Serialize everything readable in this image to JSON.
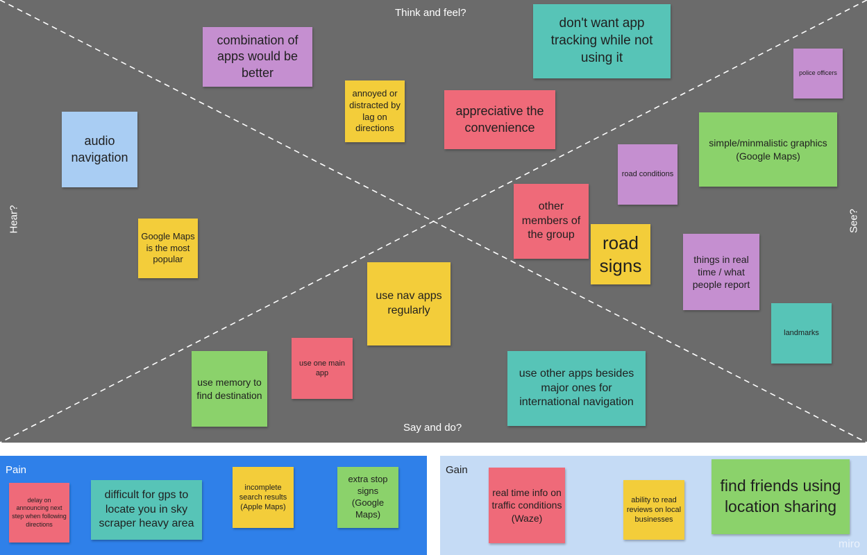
{
  "quadrants": {
    "top": "Think and feel?",
    "bottom": "Say and do?",
    "left": "Hear?",
    "right": "See?"
  },
  "notes": {
    "combination": "combination of apps would be better",
    "annoyed": "annoyed or distracted by lag on directions",
    "no_tracking": "don't want app tracking while not using it",
    "appreciative": "appreciative the convenience",
    "police": "police officers",
    "simple_graphics": "simple/minmalistic graphics (Google Maps)",
    "road_conditions": "road conditions",
    "other_members": "other members of the group",
    "road_signs": "road signs",
    "real_time": "things in real time / what people report",
    "landmarks": "landmarks",
    "audio_nav": "audio navigation",
    "google_popular": "Google Maps is the most popular",
    "nav_regularly": "use nav apps regularly",
    "one_app": "use one main app",
    "memory": "use memory to find destination",
    "other_apps": "use other apps besides major ones for international navigation"
  },
  "pain": {
    "title": "Pain",
    "delay": "delay on announcing next step when following directions",
    "gps": "difficult for gps to locate you in sky scraper heavy area",
    "search": "incomplete search results (Apple Maps)",
    "stop_signs": "extra stop signs (Google Maps)"
  },
  "gain": {
    "title": "Gain",
    "traffic": "real time info on traffic conditions (Waze)",
    "reviews": "ability to read reviews on local businesses",
    "friends": "find friends using location sharing"
  },
  "watermark": "miro",
  "colors": {
    "board": "#6b6b6b",
    "pain_panel": "#2f80e9",
    "gain_panel": "#c5dbf5",
    "purple": "#c58fd0",
    "teal": "#57c4b7",
    "yellow": "#f3cd3a",
    "red": "#ef6a79",
    "green": "#8bd26b",
    "blue": "#a9cdf3"
  }
}
